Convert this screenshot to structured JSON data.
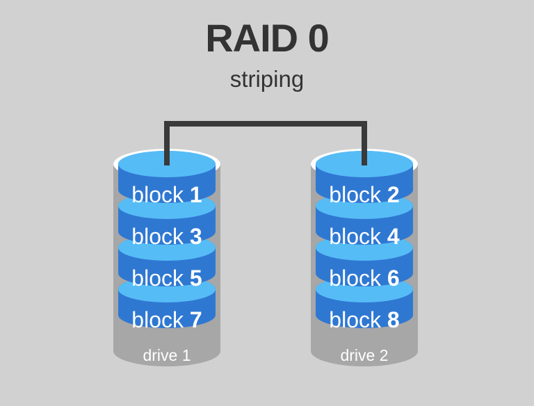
{
  "title": "RAID 0",
  "subtitle": "striping",
  "drives": [
    {
      "label": "drive 1",
      "blocks": [
        {
          "word": "block",
          "num": "1"
        },
        {
          "word": "block",
          "num": "3"
        },
        {
          "word": "block",
          "num": "5"
        },
        {
          "word": "block",
          "num": "7"
        }
      ]
    },
    {
      "label": "drive 2",
      "blocks": [
        {
          "word": "block",
          "num": "2"
        },
        {
          "word": "block",
          "num": "4"
        },
        {
          "word": "block",
          "num": "6"
        },
        {
          "word": "block",
          "num": "8"
        }
      ]
    }
  ],
  "colors": {
    "background": "#d1d1d1",
    "drive_body": "#a7a7a7",
    "drive_rim": "#ffffff",
    "block_side": "#2f78d2",
    "block_top": "#56bcf6",
    "block_text": "#ffffff",
    "connector": "#3a3a3a",
    "title_text": "#333333",
    "drive_label_text": "#ffffff"
  }
}
